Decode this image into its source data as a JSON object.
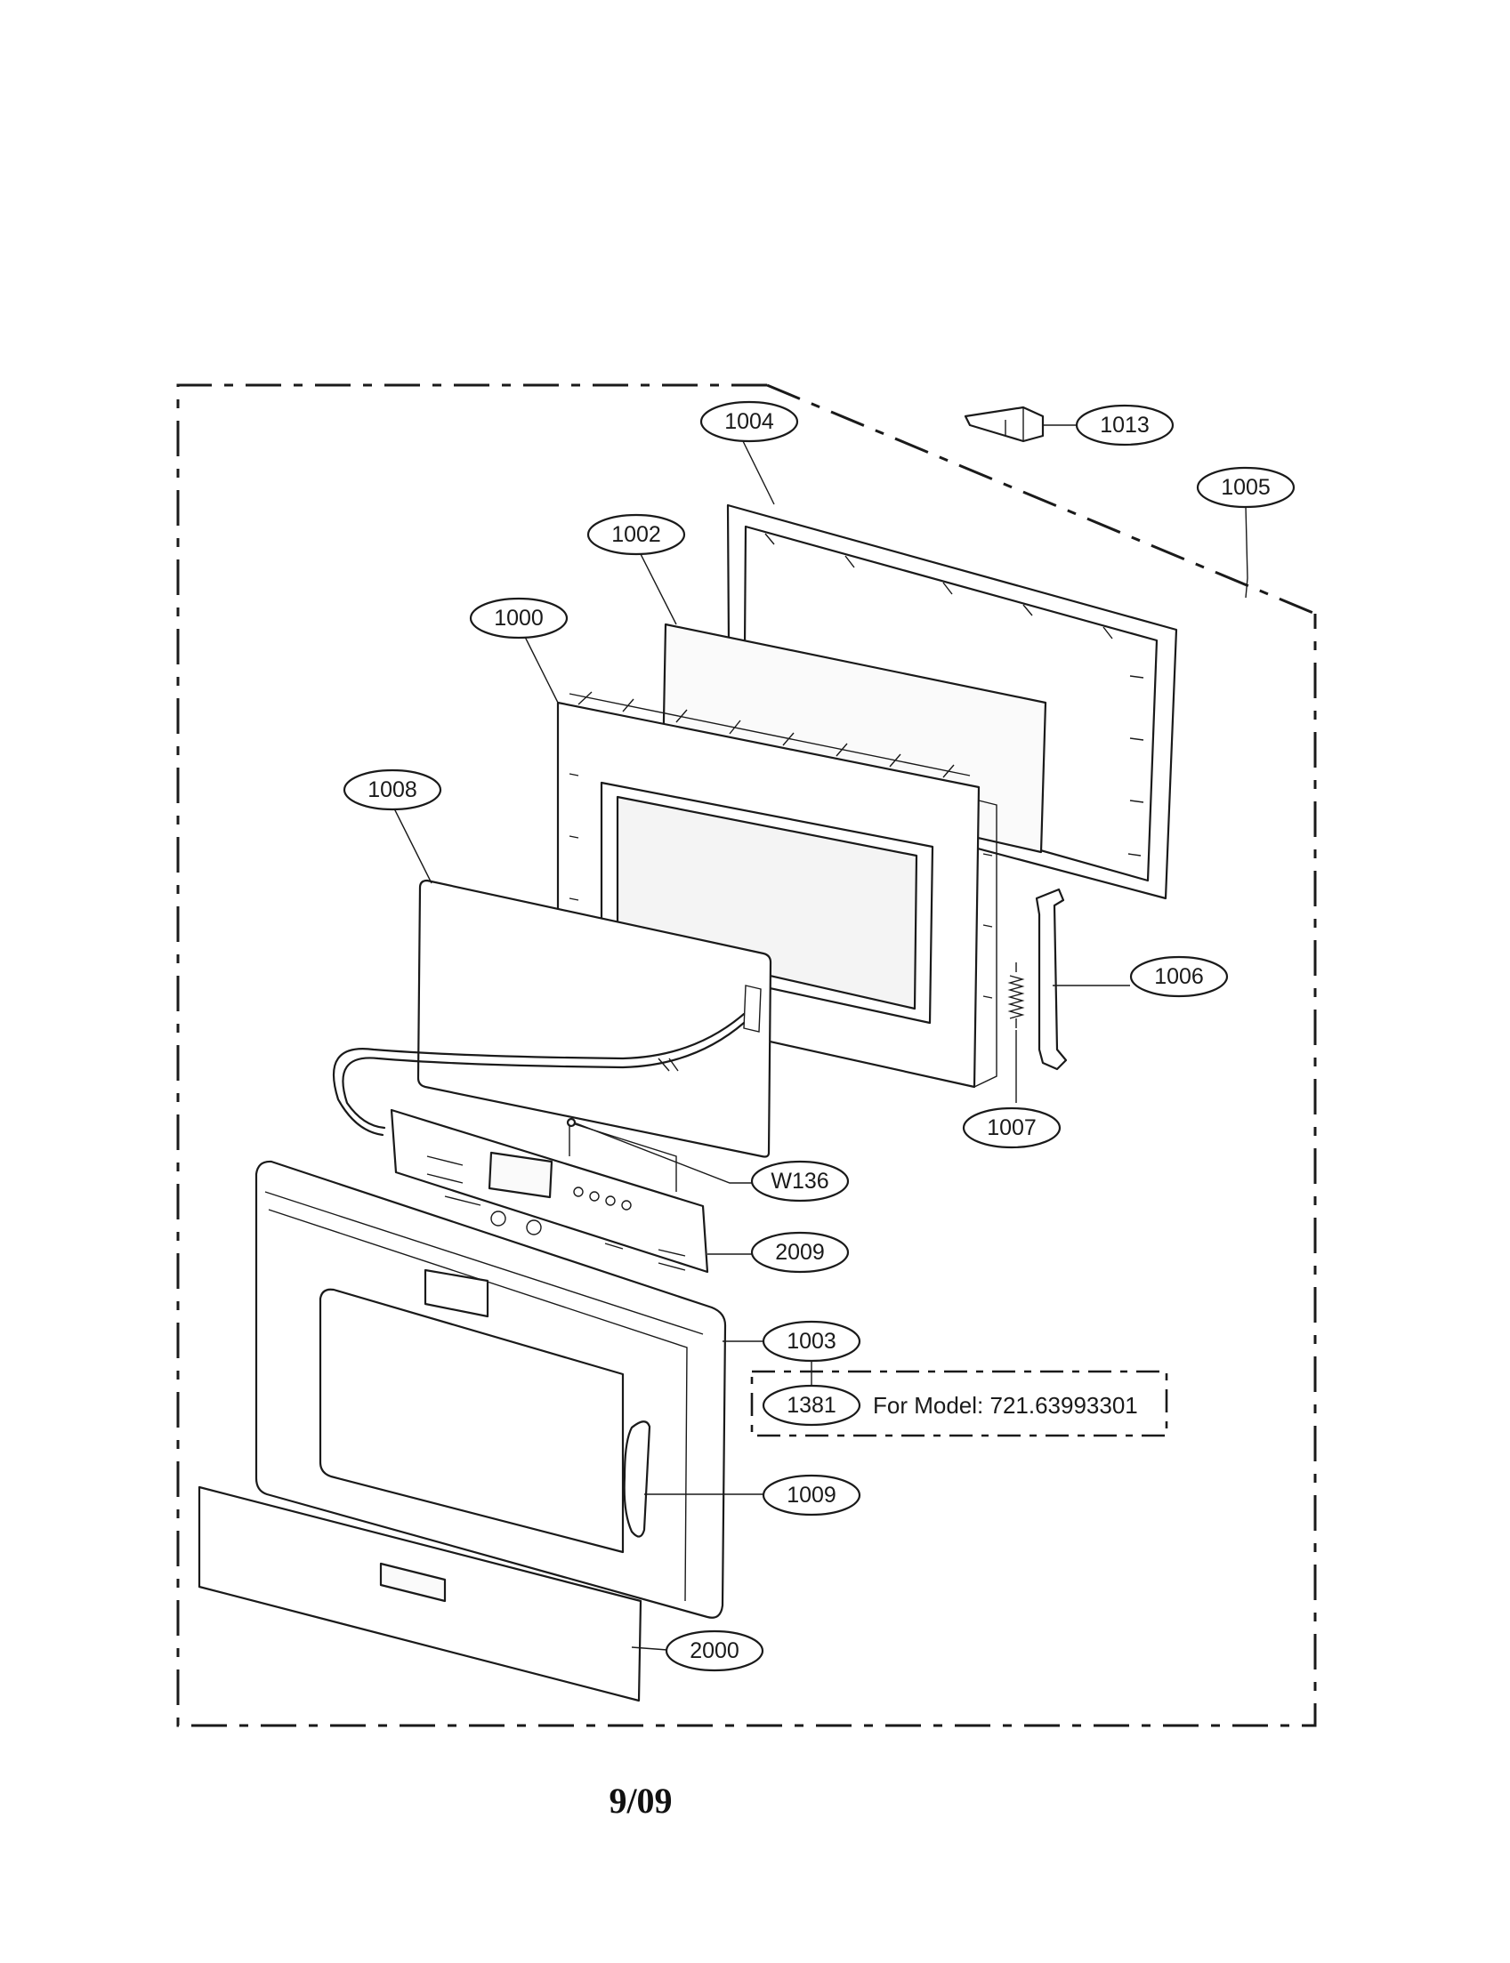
{
  "callouts": {
    "c1000": "1000",
    "c1002": "1002",
    "c1003": "1003",
    "c1004": "1004",
    "c1005": "1005",
    "c1006": "1006",
    "c1007": "1007",
    "c1008": "1008",
    "c1009": "1009",
    "c1013": "1013",
    "c1381": "1381",
    "c2000": "2000",
    "c2009": "2009",
    "cW136": "W136"
  },
  "note": {
    "text": "For Model: 721.63993301"
  },
  "footer": {
    "page": "9/09"
  }
}
